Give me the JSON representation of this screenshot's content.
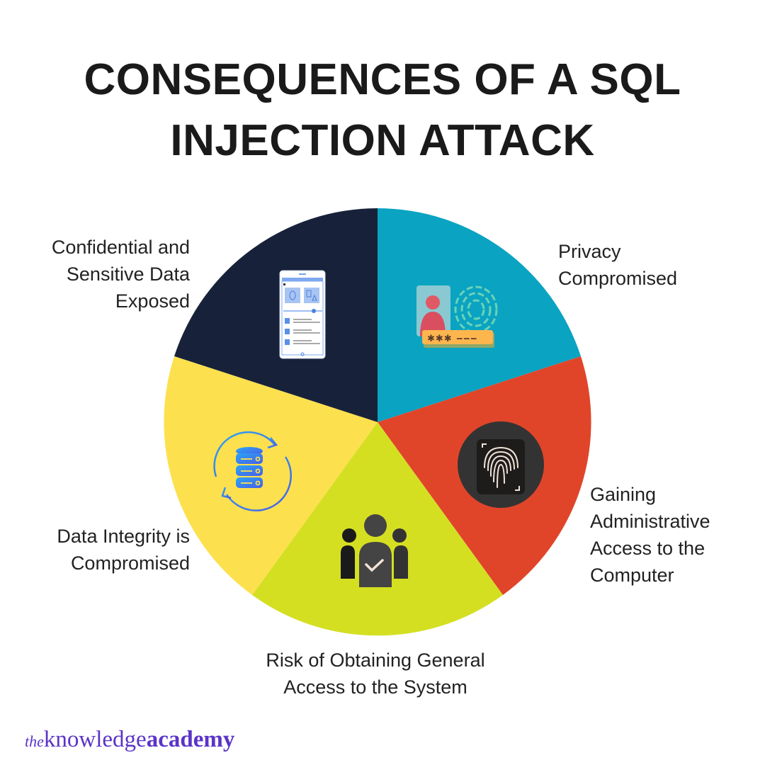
{
  "title": {
    "line1": "CONSEQUENCES OF A SQL",
    "line2": "INJECTION ATTACK"
  },
  "colors": {
    "confidential": "#17223a",
    "privacy": "#0aa3c2",
    "admin": "#e0452a",
    "risk": "#d4df22",
    "integrity": "#fde04e",
    "brand": "#5b34c8"
  },
  "segments": [
    {
      "id": "confidential",
      "lines": [
        "Confidential and",
        "Sensitive Data",
        "Exposed"
      ],
      "icon": "mobile-app-icon"
    },
    {
      "id": "privacy",
      "lines": [
        "Privacy",
        "Compromised"
      ],
      "icon": "identity-fingerprint-password-icon"
    },
    {
      "id": "admin",
      "lines": [
        "Gaining",
        "Administrative",
        "Access to the",
        "Computer"
      ],
      "icon": "fingerprint-scan-icon"
    },
    {
      "id": "risk",
      "lines": [
        "Risk of Obtaining General",
        "Access to the System"
      ],
      "icon": "verified-users-group-icon"
    },
    {
      "id": "integrity",
      "lines": [
        "Data Integrity is",
        "Compromised"
      ],
      "icon": "database-sync-icon"
    }
  ],
  "logo": {
    "the": "the",
    "knowledge": "knowledge",
    "academy": "academy"
  }
}
